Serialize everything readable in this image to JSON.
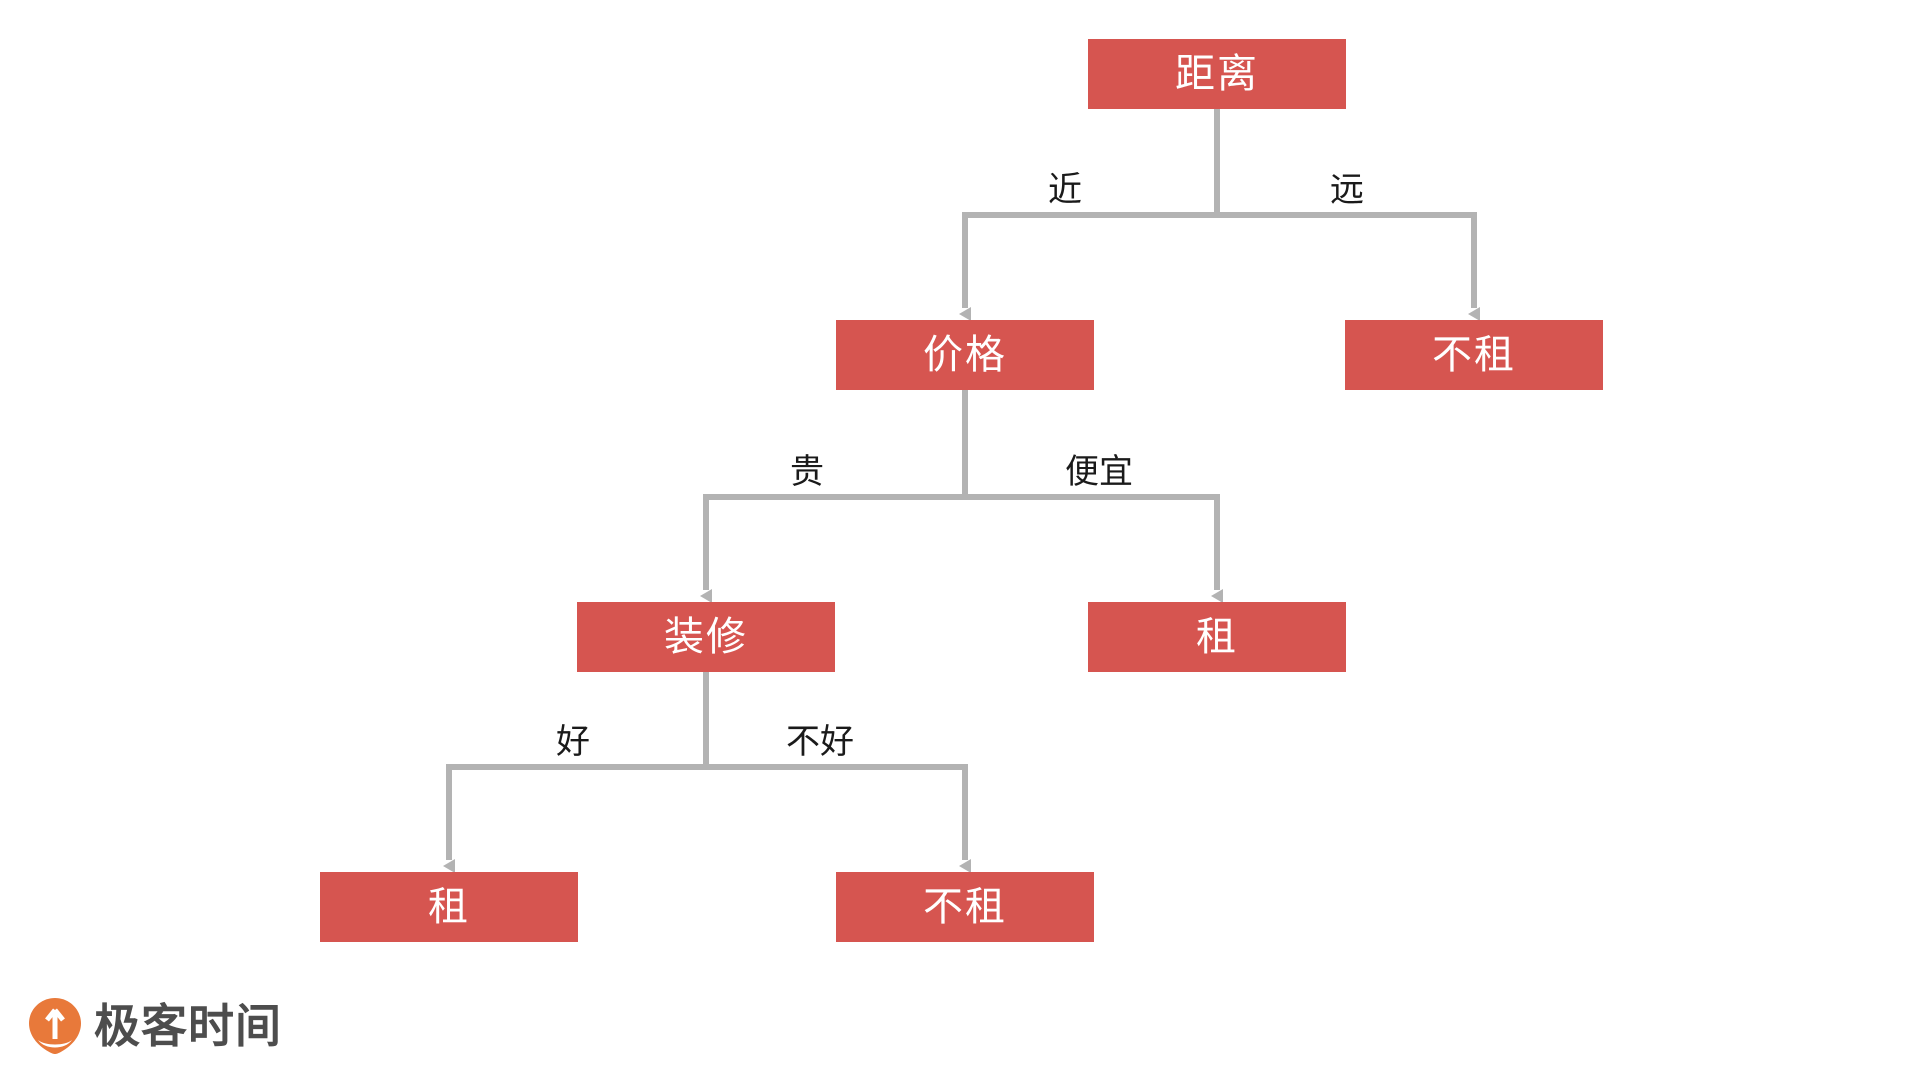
{
  "diagram": {
    "type": "decision-tree",
    "title": "",
    "background_color": "#FFFFFF",
    "node_fill_color": "#D65550",
    "node_text_color": "#FFFFFF",
    "connector_color": "#B3B3B3",
    "label_text_color": "#1A1A1A",
    "nodes": [
      {
        "id": "distance",
        "label": "距离",
        "level": 0,
        "kind": "decision"
      },
      {
        "id": "price",
        "label": "价格",
        "level": 1,
        "kind": "decision"
      },
      {
        "id": "norent1",
        "label": "不租",
        "level": 1,
        "kind": "leaf"
      },
      {
        "id": "decor",
        "label": "装修",
        "level": 2,
        "kind": "decision"
      },
      {
        "id": "rent1",
        "label": "租",
        "level": 2,
        "kind": "leaf"
      },
      {
        "id": "rent2",
        "label": "租",
        "level": 3,
        "kind": "leaf"
      },
      {
        "id": "norent2",
        "label": "不租",
        "level": 3,
        "kind": "leaf"
      }
    ],
    "edges": [
      {
        "from": "distance",
        "to": "price",
        "label": "近"
      },
      {
        "from": "distance",
        "to": "norent1",
        "label": "远"
      },
      {
        "from": "price",
        "to": "decor",
        "label": "贵"
      },
      {
        "from": "price",
        "to": "rent1",
        "label": "便宜"
      },
      {
        "from": "decor",
        "to": "rent2",
        "label": "好"
      },
      {
        "from": "decor",
        "to": "norent2",
        "label": "不好"
      }
    ]
  },
  "logo": {
    "mark": "geektime-pin-icon",
    "wordmark": "极客时间",
    "mark_color": "#E8793A",
    "wordmark_color": "#4D4D4D"
  }
}
